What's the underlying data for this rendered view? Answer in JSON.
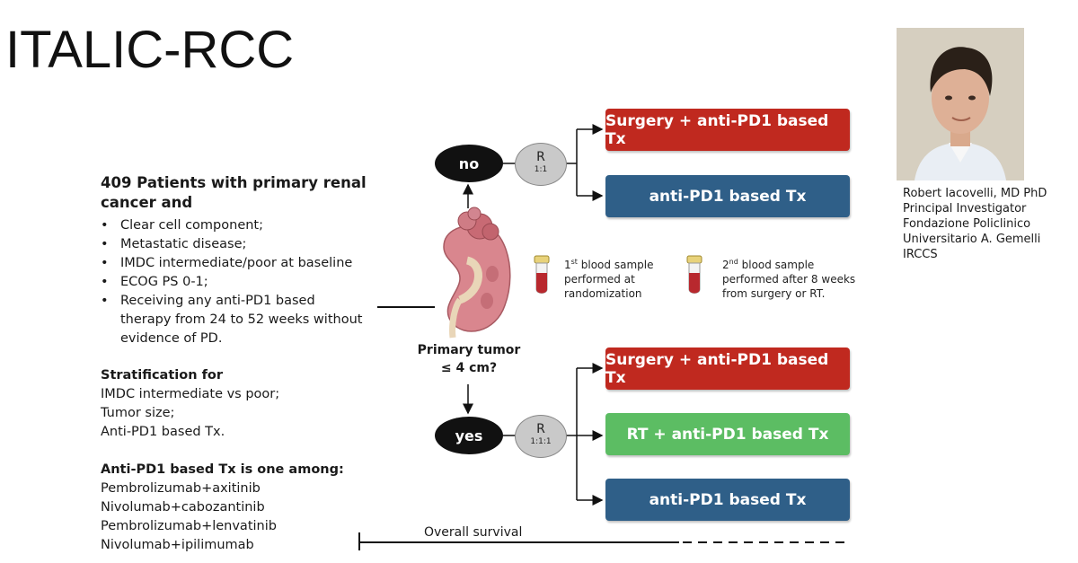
{
  "title": "ITALIC-RCC",
  "population": {
    "heading": "409 Patients with primary renal cancer and",
    "criteria": [
      "Clear cell component;",
      "Metastatic disease;",
      "IMDC intermediate/poor at baseline",
      "ECOG PS 0-1;",
      "Receiving any anti-PD1 based therapy from 24 to 52 weeks without evidence of PD."
    ]
  },
  "stratification": {
    "heading": "Stratification for",
    "items": [
      "IMDC intermediate vs poor;",
      "Tumor size;",
      "Anti-PD1 based Tx."
    ]
  },
  "treatments": {
    "heading": "Anti-PD1 based Tx is one among:",
    "items": [
      "Pembrolizumab+axitinib",
      "Nivolumab+cabozantinib",
      "Pembrolizumab+lenvatinib",
      "Nivolumab+ipilimumab"
    ]
  },
  "decision": {
    "question_line1": "Primary tumor",
    "question_line2": "≤ 4 cm?",
    "no_label": "no",
    "yes_label": "yes"
  },
  "randomization_no": {
    "letter": "R",
    "ratio": "1:1"
  },
  "randomization_yes": {
    "letter": "R",
    "ratio": "1:1:1"
  },
  "arms_no": [
    {
      "label": "Surgery + anti-PD1 based Tx",
      "color": "#c0291f"
    },
    {
      "label": "anti-PD1 based Tx",
      "color": "#2f5f88"
    }
  ],
  "arms_yes": [
    {
      "label": "Surgery + anti-PD1 based Tx",
      "color": "#c0291f"
    },
    {
      "label": "RT + anti-PD1 based Tx",
      "color": "#5cbd63"
    },
    {
      "label": "anti-PD1 based Tx",
      "color": "#2f5f88"
    }
  ],
  "blood_samples": [
    {
      "ordinal_num": "1",
      "ordinal_suffix": "st",
      "text_line1": " blood sample",
      "text_line2": "performed at",
      "text_line3": "randomization"
    },
    {
      "ordinal_num": "2",
      "ordinal_suffix": "nd",
      "text_line1": " blood sample",
      "text_line2": "performed after 8 weeks",
      "text_line3": "from surgery or RT."
    }
  ],
  "endpoint": "Overall survival",
  "investigator": {
    "name": "Robert Iacovelli, MD PhD",
    "role": "Principal Investigator",
    "institution_line1": "Fondazione Policlinico",
    "institution_line2": "Universitario A. Gemelli IRCCS"
  }
}
